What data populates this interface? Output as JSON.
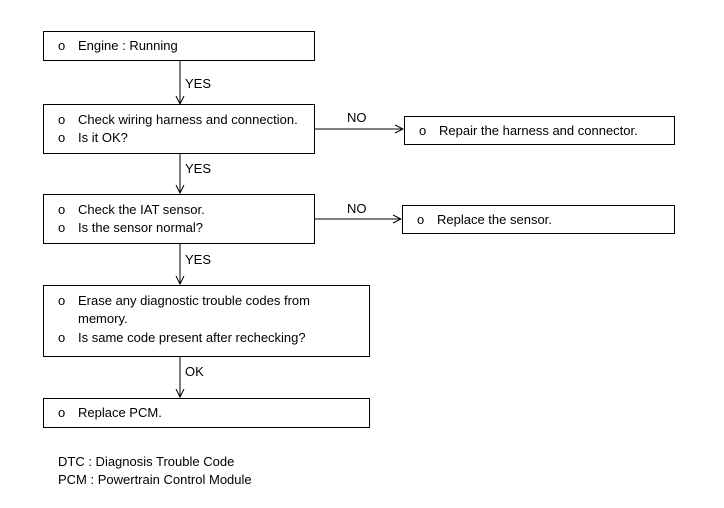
{
  "bullet": "o",
  "steps": [
    {
      "lines": [
        "Engine : Running"
      ]
    },
    {
      "lines": [
        "Check wiring harness and connection.",
        "Is it OK?"
      ]
    },
    {
      "lines": [
        "Check the IAT sensor.",
        "Is the sensor normal?"
      ]
    },
    {
      "lines": [
        "Erase any diagnostic trouble codes from",
        "memory.",
        "Is same code present after rechecking?"
      ]
    },
    {
      "lines": [
        "Replace PCM."
      ]
    }
  ],
  "side_steps": [
    {
      "lines": [
        "Repair the harness and connector."
      ]
    },
    {
      "lines": [
        "Replace the sensor."
      ]
    }
  ],
  "arrow_labels": {
    "step1_to_step2": "YES",
    "step2_to_step3": "YES",
    "step2_no": "NO",
    "step3_to_step4": "YES",
    "step3_no": "NO",
    "step4_to_step5": "OK"
  },
  "legend": [
    "DTC : Diagnosis Trouble Code",
    "PCM : Powertrain Control Module"
  ]
}
